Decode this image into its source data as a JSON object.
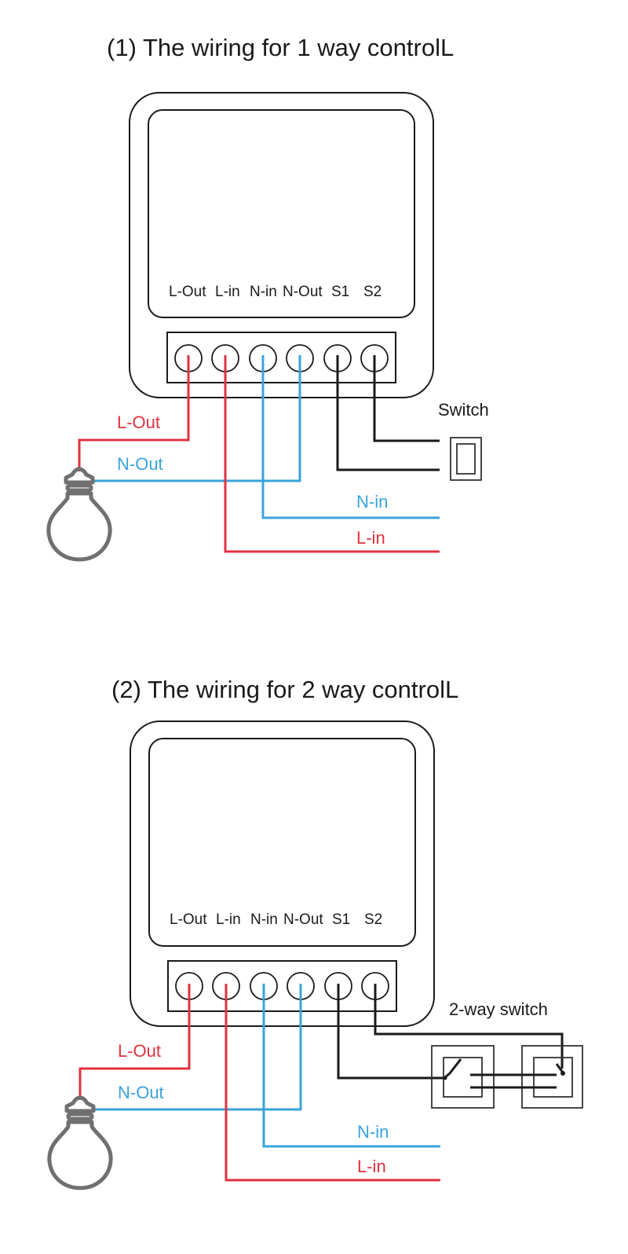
{
  "colors": {
    "live": "#e0323f",
    "neutral": "#3aa3dc",
    "switch_wire": "#1a1a1a",
    "bulb": "#707070",
    "outline": "#1a1a1a"
  },
  "diagrams": [
    {
      "title": "(1) The wiring for 1 way controlL",
      "terminals": [
        "L-Out",
        "L-in",
        "N-in",
        "N-Out",
        "S1",
        "S2"
      ],
      "wire_labels": {
        "l_out": "L-Out",
        "n_out": "N-Out",
        "n_in": "N-in",
        "l_in": "L-in"
      },
      "switch_label": "Switch",
      "switch_type": "1-way"
    },
    {
      "title": "(2) The wiring for 2 way controlL",
      "terminals": [
        "L-Out",
        "L-in",
        "N-in",
        "N-Out",
        "S1",
        "S2"
      ],
      "wire_labels": {
        "l_out": "L-Out",
        "n_out": "N-Out",
        "n_in": "N-in",
        "l_in": "L-in"
      },
      "switch_label": "2-way switch",
      "switch_type": "2-way"
    }
  ]
}
